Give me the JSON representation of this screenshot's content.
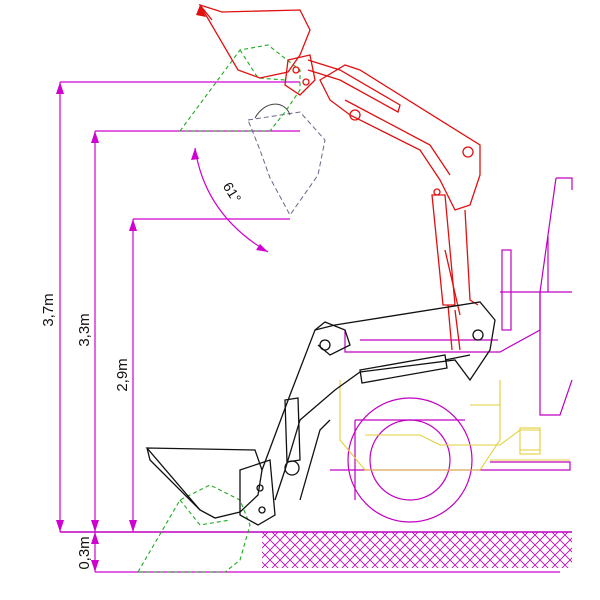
{
  "dimensions": [
    {
      "label": "3,7m"
    },
    {
      "label": "3,3m"
    },
    {
      "label": "2,9m"
    },
    {
      "label": "0,3m"
    }
  ],
  "angle": {
    "label": "61°"
  },
  "colors": {
    "dimension": "#d000d0",
    "raised_loader": "#e01010",
    "lowered_loader": "#111111",
    "bucket_dump": "#22aa22",
    "tractor": "#c000c0",
    "tractor_detail": "#e8d84a",
    "bucket_ghost": "#555577"
  }
}
